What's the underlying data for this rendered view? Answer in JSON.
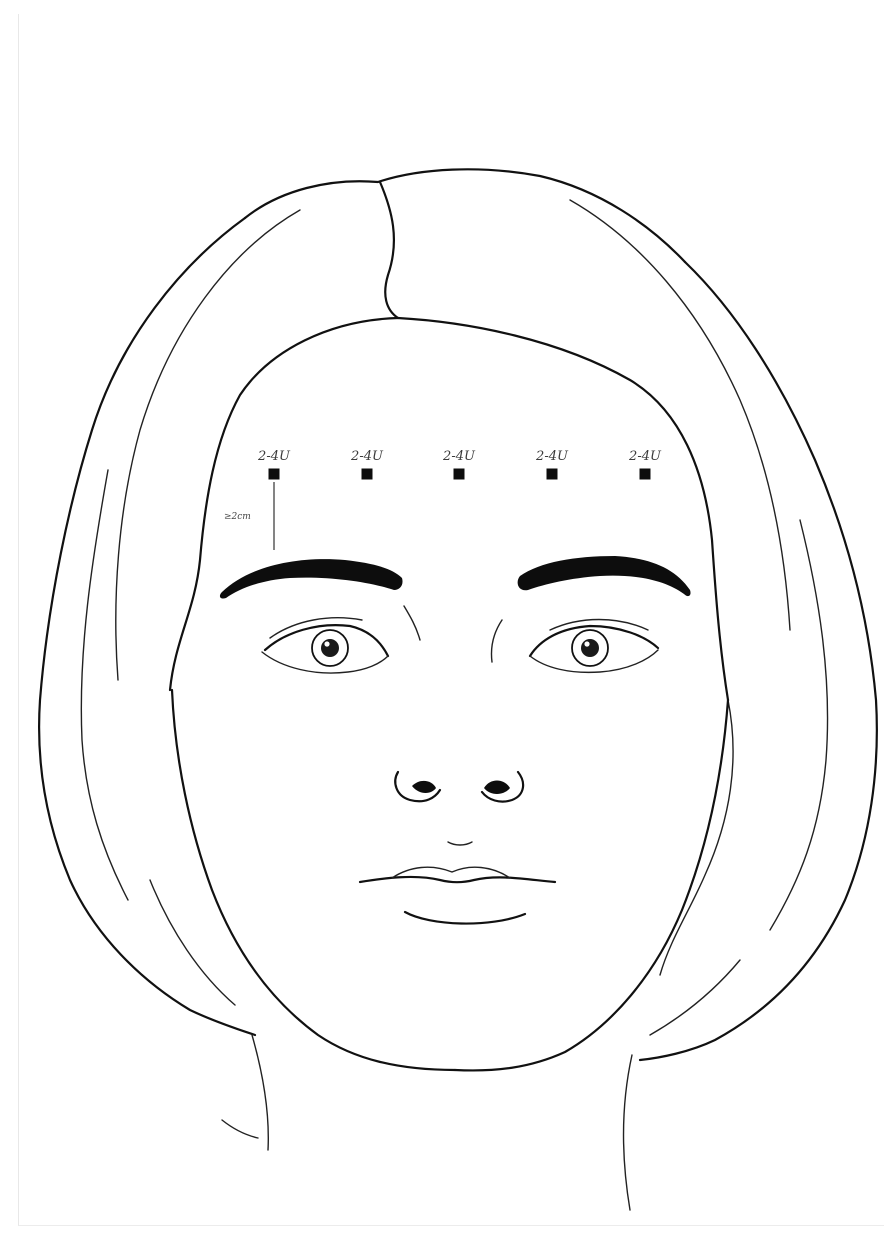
{
  "diagram": {
    "injection_points": [
      {
        "id": "p1",
        "dose": "2-4U"
      },
      {
        "id": "p2",
        "dose": "2-4U"
      },
      {
        "id": "p3",
        "dose": "2-4U"
      },
      {
        "id": "p4",
        "dose": "2-4U"
      },
      {
        "id": "p5",
        "dose": "2-4U"
      }
    ],
    "distance_label": "≥2cm",
    "colors": {
      "ink": "#111111",
      "marker": "#0d0d0d",
      "label": "#3a3a3a",
      "background": "#ffffff"
    }
  }
}
